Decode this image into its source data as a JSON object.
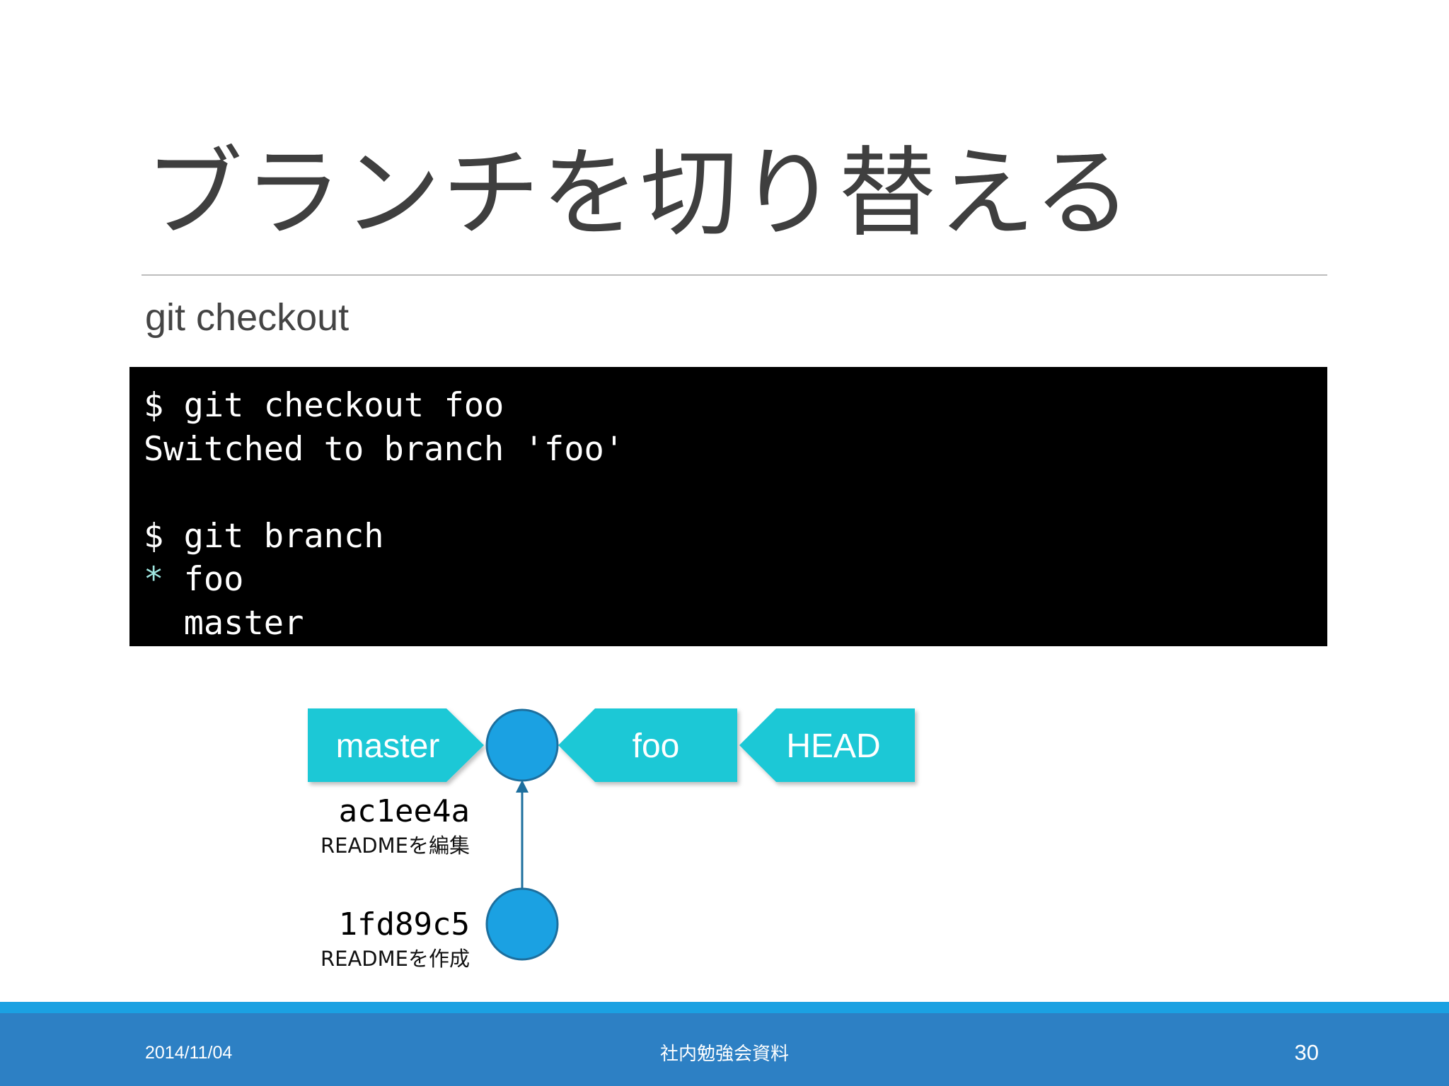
{
  "slide": {
    "title": "ブランチを切り替える",
    "subtitle": "git checkout"
  },
  "terminal": {
    "lines": [
      "$ git checkout foo",
      "Switched to branch 'foo'",
      "",
      "$ git branch",
      "* foo",
      "  master"
    ],
    "current_branch_marker": "*",
    "current_branch_rest": " foo"
  },
  "diagram": {
    "labels": {
      "master": "master",
      "foo": "foo",
      "head": "HEAD"
    },
    "commits": [
      {
        "hash": "ac1ee4a",
        "message": "READMEを編集"
      },
      {
        "hash": "1fd89c5",
        "message": "READMEを作成"
      }
    ],
    "colors": {
      "label_fill": "#1ec8d6",
      "commit_fill": "#1ba1e2",
      "arrow": "#1d6f9e"
    }
  },
  "footer": {
    "date": "2014/11/04",
    "center": "社内勉強会資料",
    "page": "30"
  },
  "colors": {
    "footer_bar": "#2d80c4",
    "footer_accent": "#1ba1e2"
  }
}
